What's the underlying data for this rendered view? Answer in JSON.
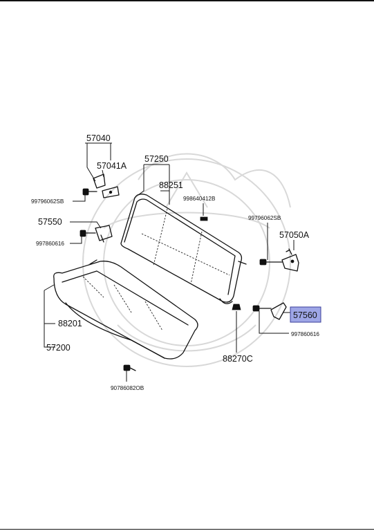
{
  "labels": {
    "p57040": "57040",
    "p57041A": "57041A",
    "p99796062SB": "99796062SB",
    "p57550": "57550",
    "p997860616_left": "997860616",
    "p57250": "57250",
    "p88251": "88251",
    "p998640412B": "998640412B",
    "p99796062SB_right": "99796062SB",
    "p57050A": "57050A",
    "p57560": "57560",
    "p997860616_right": "997860616",
    "p88201": "88201",
    "p57200": "57200",
    "p88270C": "88270C",
    "p90786082OB": "90786082OB"
  },
  "highlight_color": "#9ea6e6"
}
